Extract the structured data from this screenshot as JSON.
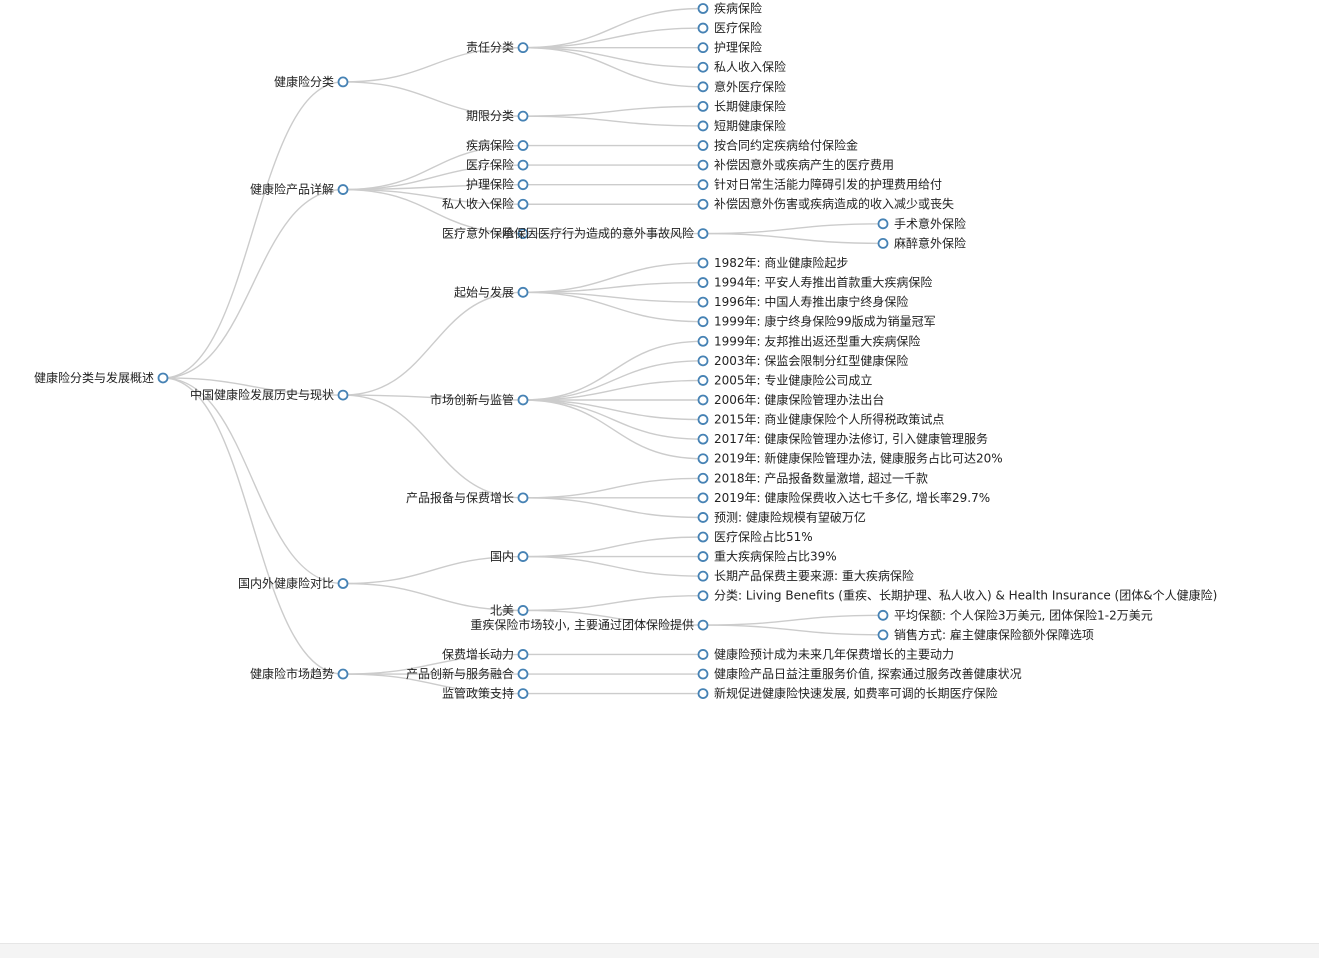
{
  "mindmap": {
    "root": {
      "label": "健康险分类与发展概述",
      "children": [
        {
          "label": "健康险分类",
          "children": [
            {
              "label": "责任分类",
              "children": [
                {
                  "label": "疾病保险"
                },
                {
                  "label": "医疗保险"
                },
                {
                  "label": "护理保险"
                },
                {
                  "label": "私人收入保险"
                },
                {
                  "label": "意外医疗保险"
                }
              ]
            },
            {
              "label": "期限分类",
              "children": [
                {
                  "label": "长期健康保险"
                },
                {
                  "label": "短期健康保险"
                }
              ]
            }
          ]
        },
        {
          "label": "健康险产品详解",
          "children": [
            {
              "label": "疾病保险",
              "children": [
                {
                  "label": "按合同约定疾病给付保险金"
                }
              ]
            },
            {
              "label": "医疗保险",
              "children": [
                {
                  "label": "补偿因意外或疾病产生的医疗费用"
                }
              ]
            },
            {
              "label": "护理保险",
              "children": [
                {
                  "label": "针对日常生活能力障碍引发的护理费用给付"
                }
              ]
            },
            {
              "label": "私人收入保险",
              "children": [
                {
                  "label": "补偿因意外伤害或疾病造成的收入减少或丧失"
                }
              ]
            },
            {
              "label": "医疗意外保险",
              "children": [
                {
                  "label": "承保因医疗行为造成的意外事故风险",
                  "children": [
                    {
                      "label": "手术意外保险"
                    },
                    {
                      "label": "麻醉意外保险"
                    }
                  ]
                }
              ]
            }
          ]
        },
        {
          "label": "中国健康险发展历史与现状",
          "children": [
            {
              "label": "起始与发展",
              "children": [
                {
                  "label": "1982年: 商业健康险起步"
                },
                {
                  "label": "1994年: 平安人寿推出首款重大疾病保险"
                },
                {
                  "label": "1996年: 中国人寿推出康宁终身保险"
                },
                {
                  "label": "1999年: 康宁终身保险99版成为销量冠军"
                }
              ]
            },
            {
              "label": "市场创新与监管",
              "children": [
                {
                  "label": "1999年: 友邦推出返还型重大疾病保险"
                },
                {
                  "label": "2003年: 保监会限制分红型健康保险"
                },
                {
                  "label": "2005年: 专业健康险公司成立"
                },
                {
                  "label": "2006年: 健康保险管理办法出台"
                },
                {
                  "label": "2015年: 商业健康保险个人所得税政策试点"
                },
                {
                  "label": "2017年: 健康保险管理办法修订, 引入健康管理服务"
                },
                {
                  "label": "2019年: 新健康保险管理办法, 健康服务占比可达20%"
                }
              ]
            },
            {
              "label": "产品报备与保费增长",
              "children": [
                {
                  "label": "2018年: 产品报备数量激增, 超过一千款"
                },
                {
                  "label": "2019年: 健康险保费收入达七千多亿, 增长率29.7%"
                },
                {
                  "label": "预测: 健康险规模有望破万亿"
                }
              ]
            }
          ]
        },
        {
          "label": "国内外健康险对比",
          "children": [
            {
              "label": "国内",
              "children": [
                {
                  "label": "医疗保险占比51%"
                },
                {
                  "label": "重大疾病保险占比39%"
                },
                {
                  "label": "长期产品保费主要来源: 重大疾病保险"
                }
              ]
            },
            {
              "label": "北美",
              "children": [
                {
                  "label": "分类: Living Benefits (重疾、长期护理、私人收入) & Health Insurance (团体&个人健康险)"
                },
                {
                  "label": "重疾保险市场较小, 主要通过团体保险提供",
                  "children": [
                    {
                      "label": "平均保额: 个人保险3万美元, 团体保险1-2万美元"
                    },
                    {
                      "label": "销售方式: 雇主健康保险额外保障选项"
                    }
                  ]
                }
              ]
            }
          ]
        },
        {
          "label": "健康险市场趋势",
          "children": [
            {
              "label": "保费增长动力",
              "children": [
                {
                  "label": "健康险预计成为未来几年保费增长的主要动力"
                }
              ]
            },
            {
              "label": "产品创新与服务融合",
              "children": [
                {
                  "label": "健康险产品日益注重服务价值, 探索通过服务改善健康状况"
                }
              ]
            },
            {
              "label": "监管政策支持",
              "children": [
                {
                  "label": "新规促进健康险快速发展, 如费率可调的长期医疗保险"
                }
              ]
            }
          ]
        }
      ]
    }
  },
  "colors": {
    "node_stroke": "#4682b4",
    "link": "#cccccc",
    "text": "#222222"
  }
}
